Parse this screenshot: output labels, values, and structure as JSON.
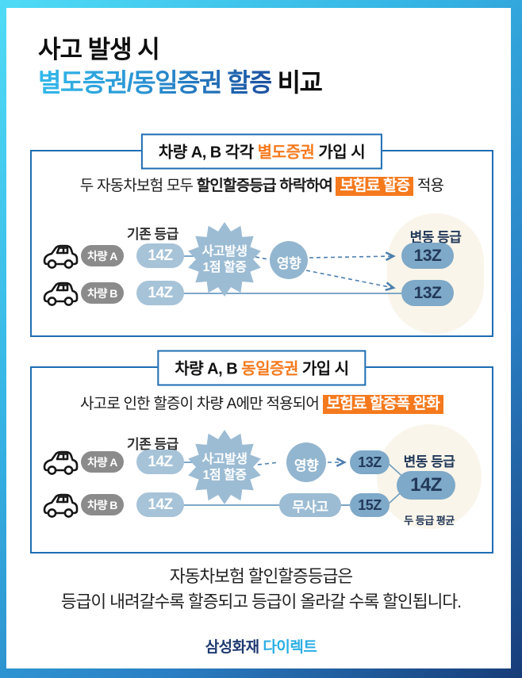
{
  "title": {
    "line1": "사고 발생 시",
    "line2_gradient": "별도증권/동일증권 할증",
    "line2_rest": " 비교"
  },
  "section1": {
    "header": {
      "pre": "차량 A, B 각각 ",
      "accent": "별도증권",
      "post": " 가입 시"
    },
    "subtitle": {
      "pre": "두 자동차보험 모두 ",
      "bold": "할인할증등급 하락하여 ",
      "highlight": "보험료 할증",
      "post": " 적용"
    },
    "labels": {
      "before": "기존 등급",
      "after": "변동 등급"
    },
    "burst": {
      "line1": "사고발생",
      "line2": "1점 할증"
    },
    "impact": "영향",
    "rows": [
      {
        "vehicle": "차량 A",
        "before": "14Z",
        "after": "13Z"
      },
      {
        "vehicle": "차량 B",
        "before": "14Z",
        "after": "13Z"
      }
    ]
  },
  "section2": {
    "header": {
      "pre": "차량 A, B ",
      "accent": "동일증권",
      "post": " 가입 시"
    },
    "subtitle": {
      "pre": "사고로 인한 할증이 차량 A에만 적용되어 ",
      "highlight": "보험료 할증폭 완화"
    },
    "labels": {
      "before": "기존 등급",
      "after": "변동 등급",
      "average_note": "두 등급 평균"
    },
    "burst": {
      "line1": "사고발생",
      "line2": "1점 할증"
    },
    "impact": "영향",
    "rows": [
      {
        "vehicle": "차량 A",
        "before": "14Z",
        "mid": "영향",
        "after": "13Z"
      },
      {
        "vehicle": "차량 B",
        "before": "14Z",
        "mid": "무사고",
        "after": "15Z"
      }
    ],
    "result": "14Z"
  },
  "footer": {
    "line1": "자동차보험 할인할증등급은",
    "line2": "등급이 내려갈수록 할증되고 등급이 올라갈 수록 할인됩니다."
  },
  "logo": {
    "brand": "삼성화재",
    "sub": "다이렉트"
  },
  "colors": {
    "accent_orange": "#f5791d",
    "box_border_blue": "#1e6db3",
    "pill_light_blue": "#a6c3d8",
    "pill_dark_blue": "#7ea9c8",
    "pill_gray": "#8b8b8b",
    "burst_blue": "#9cbcd4",
    "cream": "#faf5ea",
    "navy_text": "#22395a",
    "line_blue": "#6d9cbf",
    "frame_gradient": [
      "#4fdbf6",
      "#173c78"
    ],
    "logo_navy": "#1f3a70",
    "logo_cyan": "#29aee3"
  }
}
